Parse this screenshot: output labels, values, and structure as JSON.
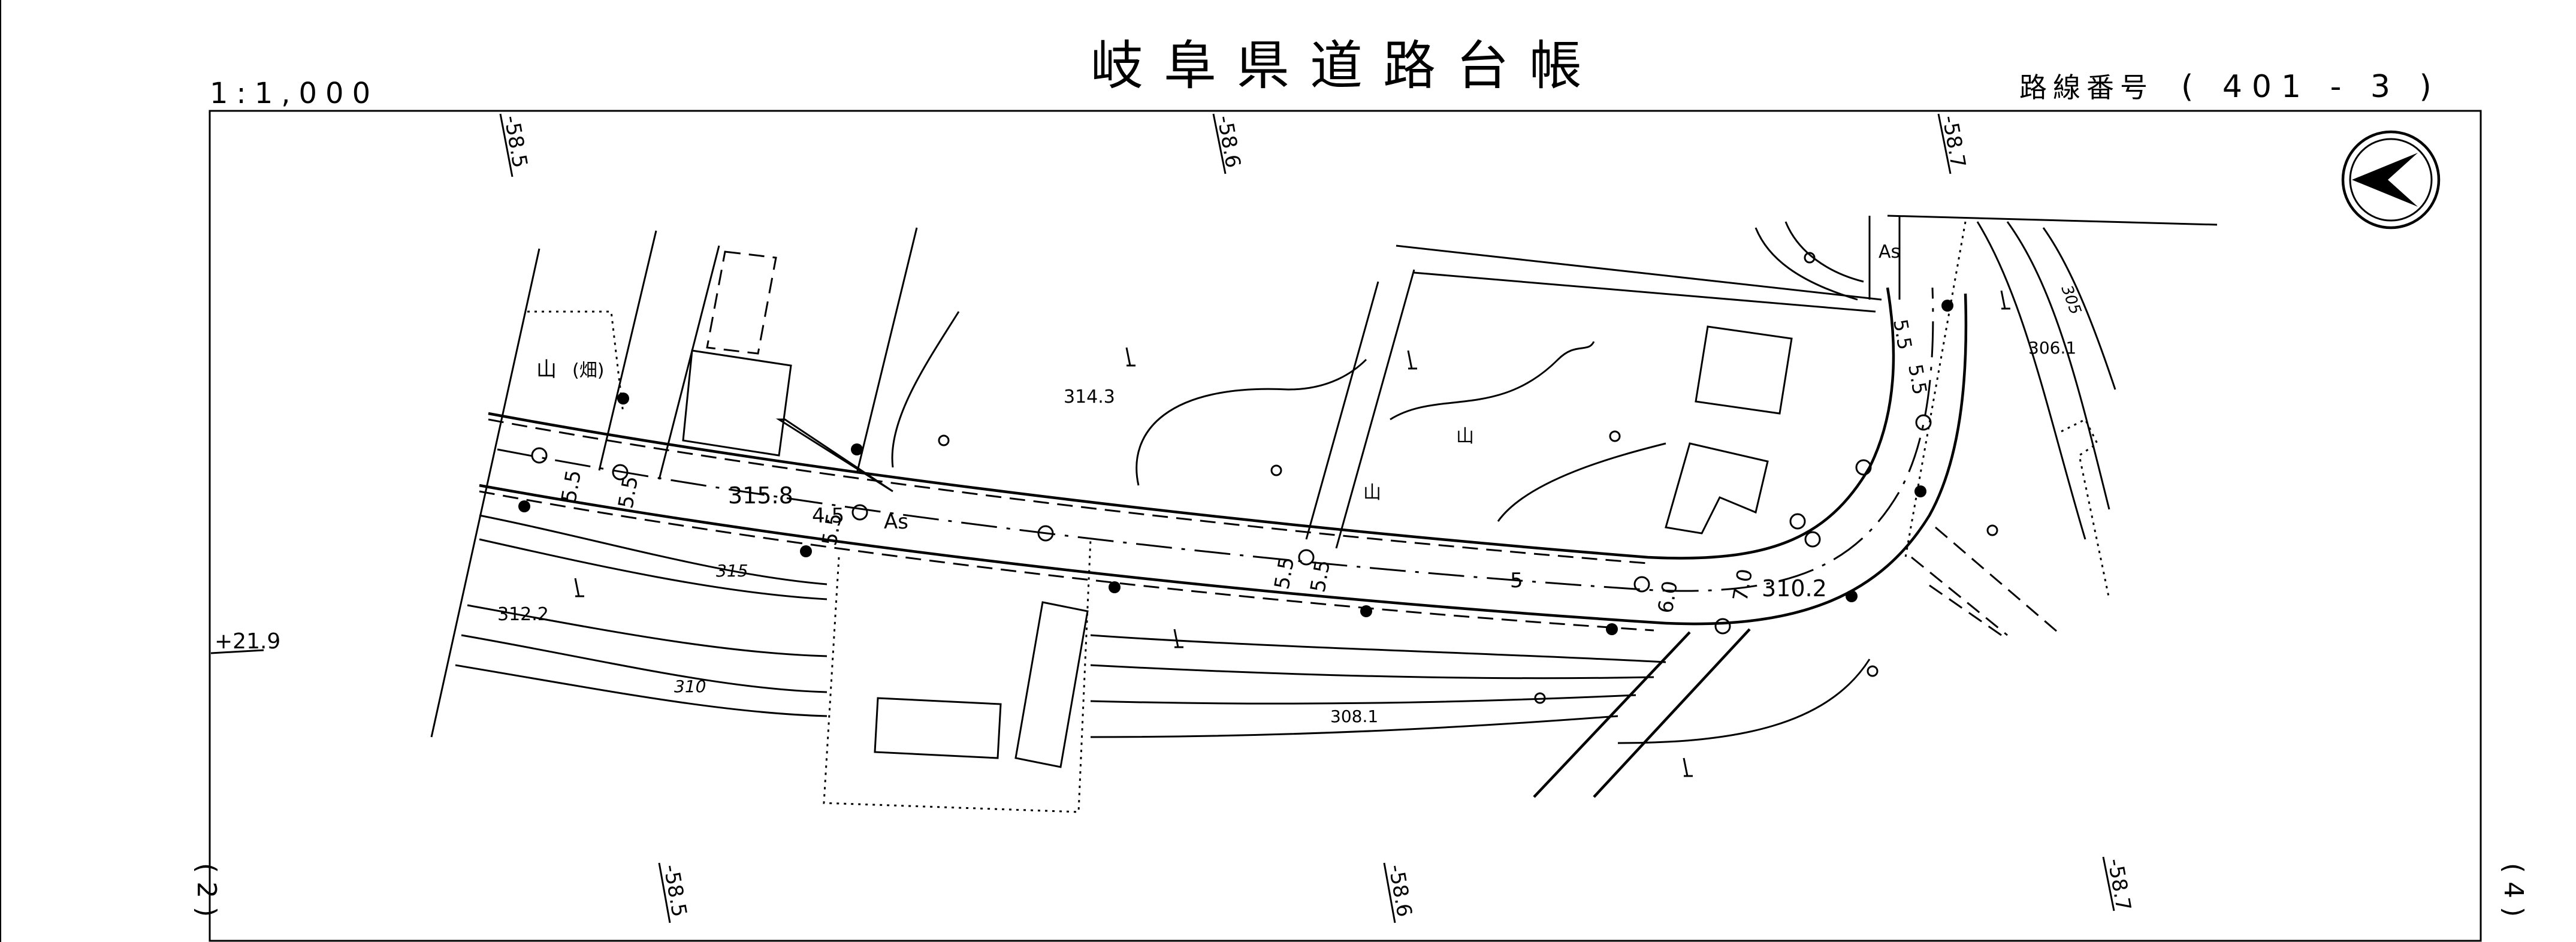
{
  "header": {
    "scale": "1:1,000",
    "title": "岐阜県道路台帳",
    "route_label": "路線番号",
    "route_number": "( 401 -  3  )"
  },
  "grid_labels": {
    "top": [
      "-58.5",
      "-58.6",
      "-58.7"
    ],
    "bottom": [
      "-58.5",
      "-58.6",
      "-58.7"
    ],
    "left": "+21.9"
  },
  "side_marks": {
    "left": "( 2 )",
    "right": "( 4 )"
  },
  "map_labels": {
    "elevations": [
      "314.3",
      "315.8",
      "315",
      "312.2",
      "310",
      "308.1",
      "310.2",
      "306.1",
      "305"
    ],
    "widths": [
      "5.5",
      "5.5",
      "4.5",
      "5.5",
      "5.5",
      "5.5",
      "5",
      "6.0",
      "7.0",
      "5.5",
      "5.5"
    ],
    "surface": "As",
    "land_use_symbols": [
      "山",
      "(畑)",
      "山",
      "山"
    ]
  },
  "icons": {
    "north": "north-arrow-icon",
    "land_marks": [
      "forest-symbol-icon",
      "field-symbol-icon",
      "utility-pole-icon"
    ]
  }
}
